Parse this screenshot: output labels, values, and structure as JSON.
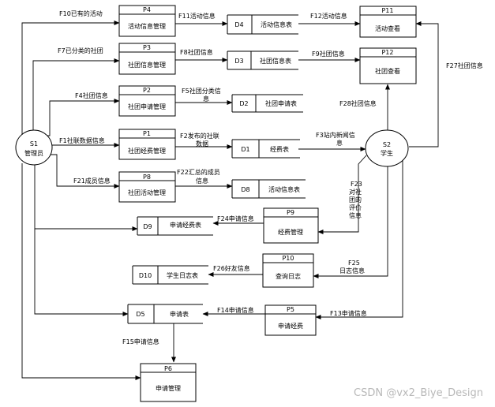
{
  "entities": {
    "s1": {
      "id": "S1",
      "name": "管理员"
    },
    "s2": {
      "id": "S2",
      "name": "学生"
    }
  },
  "processes": {
    "p4": {
      "id": "P4",
      "name": "活动信息管理"
    },
    "p3": {
      "id": "P3",
      "name": "社团信息管理"
    },
    "p2": {
      "id": "P2",
      "name": "社团申请管理"
    },
    "p1": {
      "id": "P1",
      "name": "社团经费管理"
    },
    "p8": {
      "id": "P8",
      "name": "社团活动管理"
    },
    "p11": {
      "id": "P11",
      "name": "活动查看"
    },
    "p12": {
      "id": "P12",
      "name": "社团查看"
    },
    "p9": {
      "id": "P9",
      "name": "经费管理"
    },
    "p10": {
      "id": "P10",
      "name": "查询日志"
    },
    "p5": {
      "id": "P5",
      "name": "申请经费"
    },
    "p6": {
      "id": "P6",
      "name": "申请管理"
    }
  },
  "stores": {
    "d4": {
      "id": "D4",
      "name": "活动信息表"
    },
    "d3": {
      "id": "D3",
      "name": "社团信息表"
    },
    "d2": {
      "id": "D2",
      "name": "社团申请表"
    },
    "d1": {
      "id": "D1",
      "name": "经费表"
    },
    "d8": {
      "id": "D8",
      "name": "活动信息表"
    },
    "d9": {
      "id": "D9",
      "name": "申请经费表"
    },
    "d10": {
      "id": "D10",
      "name": "学生日志表"
    },
    "d5": {
      "id": "D5",
      "name": "申请表"
    }
  },
  "flows": {
    "f10": "F10已有的活动",
    "f11": "F11活动信息",
    "f12": "F12活动信息",
    "f7": "F7已分类的社团",
    "f8": "F8社团信息",
    "f9": "F9社团信息",
    "f27": "F27社团信息",
    "f4": "F4社团信息",
    "f5_l1": "F5社团分类信",
    "f5_l2": "息",
    "f28": "F28社团信息",
    "f1": "F1社联数据信息",
    "f2_l1": "F2发布的社联",
    "f2_l2": "数据",
    "f3_l1": "F3站内新闻信",
    "f3_l2": "息",
    "f21": "F21成员信息",
    "f22_l1": "F22汇总的成员",
    "f22_l2": "信息",
    "f23": [
      "F23",
      "对社",
      "团的",
      "评价",
      "信息"
    ],
    "f24": "F24申请信息",
    "f25_l1": "F25",
    "f25_l2": "日志信息",
    "f26": "F26好友信息",
    "f14": "F14申请信息",
    "f13": "F13申请信息",
    "f15": "F15申请信息"
  },
  "watermark": "CSDN @vx2_Biye_Design"
}
